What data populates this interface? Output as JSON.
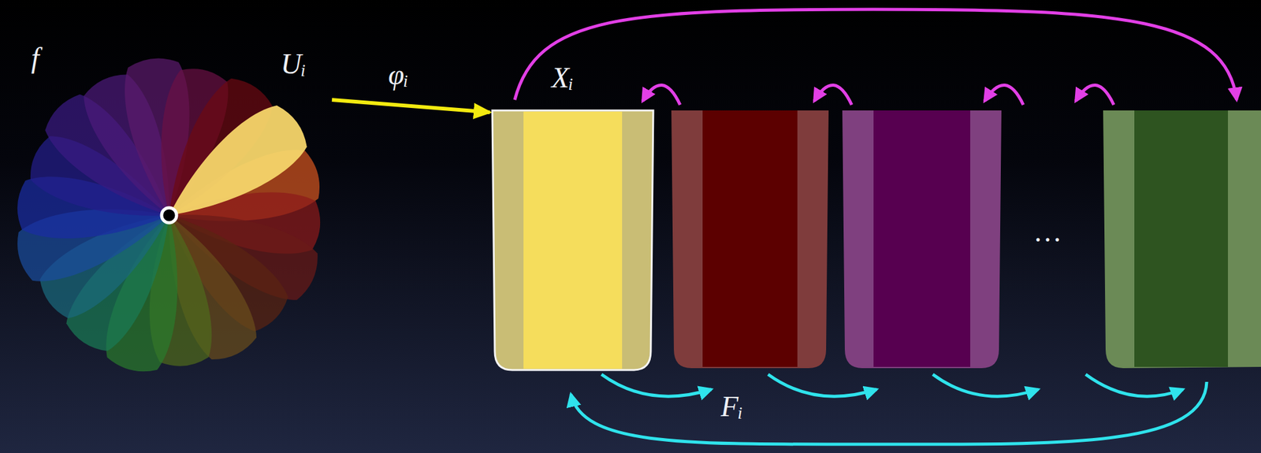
{
  "diagram": {
    "nodes": [
      {
        "text": [
          "f"
        ]
      },
      {
        "text": [
          "Uᵢ"
        ],
        "in": 0
      },
      {
        "text": [
          "Xᵢ"
        ]
      }
    ],
    "edges": [
      {
        "from": 1,
        "to": 2,
        "arrow": "to",
        "label": "φᵢ"
      }
    ],
    "labels": [
      "…",
      "Fᵢ"
    ]
  }
}
